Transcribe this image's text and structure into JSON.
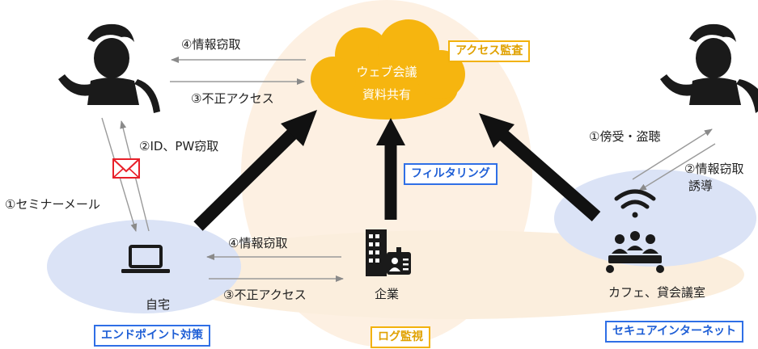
{
  "cloud": {
    "line1": "ウェブ会議",
    "line2": "資料共有"
  },
  "boxes": {
    "access_audit": "アクセス監査",
    "filtering": "フィルタリング",
    "endpoint": "エンドポイント対策",
    "log_monitoring": "ログ監視",
    "secure_internet": "セキュアインターネット"
  },
  "labels": {
    "steal_top": "④情報窃取",
    "illegal_access_top": "③不正アクセス",
    "id_pw_steal": "②ID、PW窃取",
    "seminar_mail": "①セミナーメール",
    "steal_bottom": "④情報窃取",
    "illegal_access_bottom": "③不正アクセス",
    "eavesdrop": "①傍受・盗聴",
    "steal_induce_1": "②情報窃取",
    "steal_induce_2": "誘導",
    "home": "自宅",
    "company": "企業",
    "cafe": "カフェ、貸会議室"
  },
  "colors": {
    "cloud": "#f6b50f",
    "halo": "#fdf0e2",
    "blob_blue": "#dbe3f6",
    "blob_peach": "#fbeedd",
    "blue": "#2f6fe6",
    "yellow": "#f2b20c",
    "mail_red": "#e8202a",
    "icon_dark": "#1a1a1a"
  },
  "icons": [
    "attacker-icon",
    "cloud-icon",
    "mail-icon",
    "laptop-icon",
    "building-icon",
    "id-card-icon",
    "wifi-icon",
    "people-group-icon"
  ]
}
